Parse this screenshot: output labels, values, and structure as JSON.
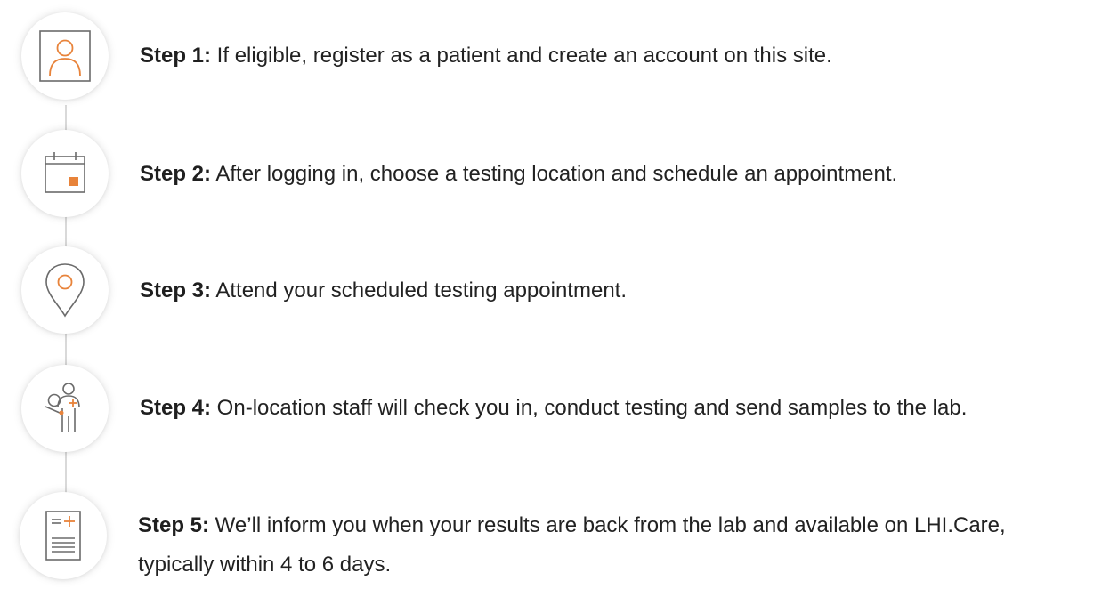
{
  "accent_color": "#e8833a",
  "icon_stroke_color": "#6b6b6b",
  "steps": [
    {
      "icon": "user-profile-icon",
      "label": "Step 1:",
      "text": " If eligible, register as a patient and create an account on this site."
    },
    {
      "icon": "calendar-icon",
      "label": "Step 2:",
      "text": " After logging in, choose a testing location and schedule an appointment."
    },
    {
      "icon": "location-pin-icon",
      "label": "Step 3:",
      "text": " Attend your scheduled testing appointment."
    },
    {
      "icon": "staff-testing-icon",
      "label": "Step 4:",
      "text": " On-location staff will check you in, conduct testing and send samples to the lab."
    },
    {
      "icon": "results-document-icon",
      "label": "Step 5:",
      "text": " We’ll inform you when your results are back from the lab and available on LHI.Care, typically within 4 to 6 days."
    }
  ]
}
